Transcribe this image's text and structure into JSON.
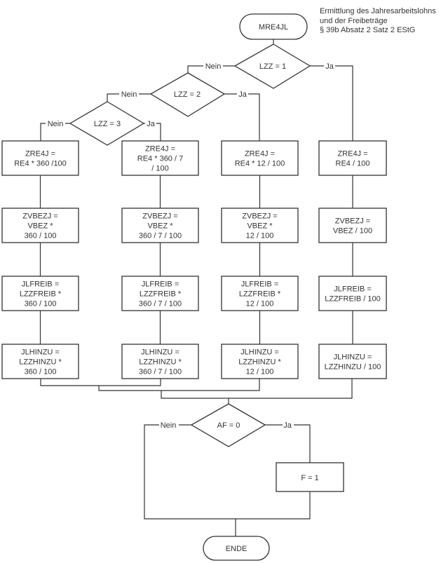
{
  "title": {
    "lines": [
      "Ermittlung des Jahresarbeitslohns",
      "und der Freibeträge",
      "§ 39b Absatz 2 Satz 2 EStG"
    ]
  },
  "start": {
    "label": "MRE4JL"
  },
  "end": {
    "label": "ENDE"
  },
  "decisions": {
    "lzz1": {
      "label": "LZZ = 1",
      "no": "Nein",
      "yes": "Ja"
    },
    "lzz2": {
      "label": "LZZ = 2",
      "no": "Nein",
      "yes": "Ja"
    },
    "lzz3": {
      "label": "LZZ = 3",
      "no": "Nein",
      "yes": "Ja"
    },
    "af0": {
      "label": "AF = 0",
      "no": "Nein",
      "yes": "Ja"
    }
  },
  "columns": [
    {
      "case": "LZZ = 3 Nein",
      "boxes": [
        [
          "ZRE4J =",
          "RE4 * 360 /100"
        ],
        [
          "ZVBEZJ =",
          "VBEZ *",
          "360 / 100"
        ],
        [
          "JLFREIB =",
          "LZZFREIB *",
          "360 / 100"
        ],
        [
          "JLHINZU =",
          "LZZHINZU *",
          "360 / 100"
        ]
      ]
    },
    {
      "case": "LZZ = 3 Ja",
      "boxes": [
        [
          "ZRE4J =",
          "RE4 * 360 / 7",
          "/ 100"
        ],
        [
          "ZVBEZJ =",
          "VBEZ *",
          "360 / 7 / 100"
        ],
        [
          "JLFREIB =",
          "LZZFREIB *",
          "360 / 7 / 100"
        ],
        [
          "JLHINZU =",
          "LZZHINZU *",
          "360 / 7 / 100"
        ]
      ]
    },
    {
      "case": "LZZ = 2 Ja",
      "boxes": [
        [
          "ZRE4J =",
          "RE4 * 12 / 100"
        ],
        [
          "ZVBEZJ =",
          "VBEZ *",
          "12 / 100"
        ],
        [
          "JLFREIB =",
          "LZZFREIB *",
          "12 / 100"
        ],
        [
          "JLHINZU =",
          "LZZHINZU *",
          "12 / 100"
        ]
      ]
    },
    {
      "case": "LZZ = 1 Ja",
      "boxes": [
        [
          "ZRE4J =",
          "RE4 / 100"
        ],
        [
          "ZVBEZJ =",
          "VBEZ / 100"
        ],
        [
          "JLFREIB =",
          "LZZFREIB / 100"
        ],
        [
          "JLHINZU =",
          "LZZHINZU / 100"
        ]
      ]
    }
  ],
  "f_box": {
    "label": "F = 1"
  }
}
